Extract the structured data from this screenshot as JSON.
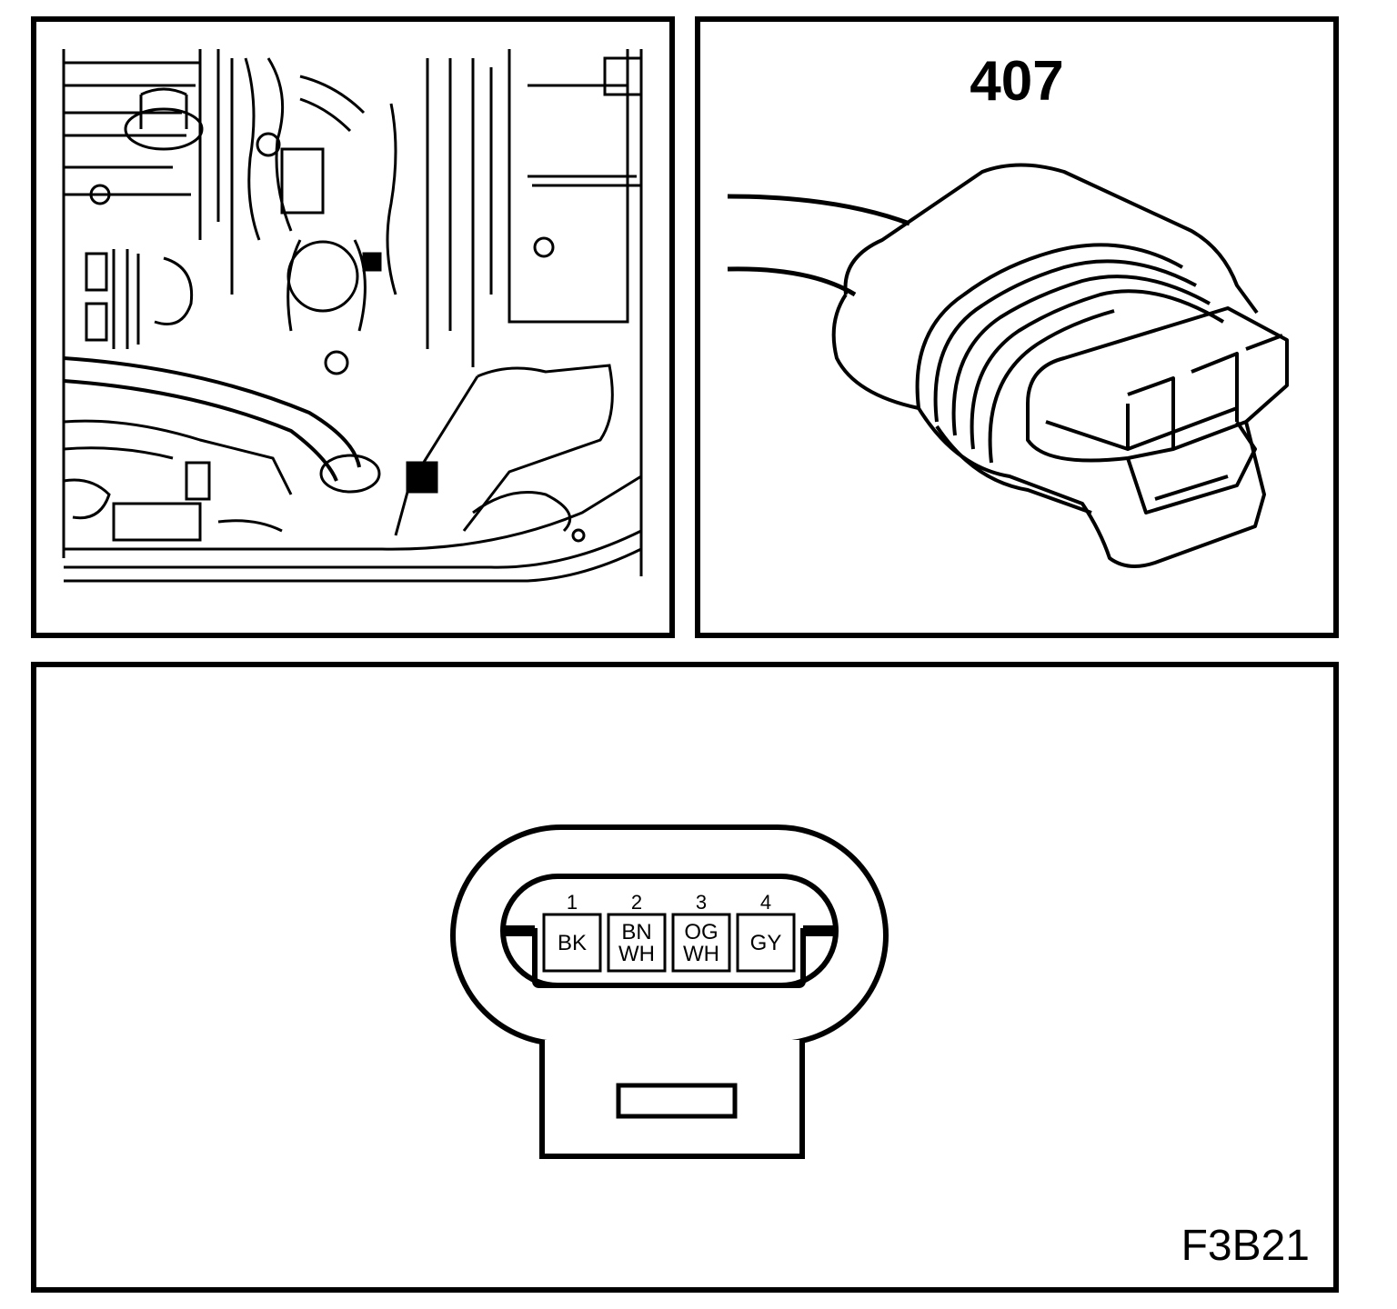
{
  "connector": {
    "number": "407",
    "pins": [
      {
        "num": "1",
        "colors": [
          "BK"
        ]
      },
      {
        "num": "2",
        "colors": [
          "BN",
          "WH"
        ]
      },
      {
        "num": "3",
        "colors": [
          "OG",
          "WH"
        ]
      },
      {
        "num": "4",
        "colors": [
          "GY"
        ]
      }
    ]
  },
  "figure_code": "F3B21"
}
